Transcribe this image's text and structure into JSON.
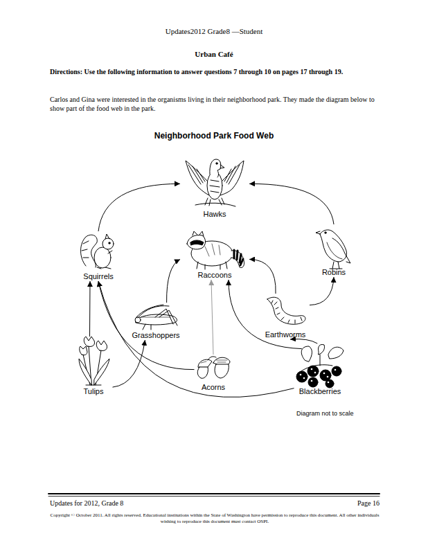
{
  "diagram": {
    "title": "Neighborhood Park Food Web",
    "nodes": [
      {
        "text": [
          "Hawks"
        ]
      },
      {
        "text": [
          "Squirrels"
        ]
      },
      {
        "text": [
          "Raccoons"
        ]
      },
      {
        "text": [
          "Robins"
        ]
      },
      {
        "text": [
          "Grasshoppers"
        ]
      },
      {
        "text": [
          "Earthworms"
        ]
      },
      {
        "text": [
          "Tulips"
        ]
      },
      {
        "text": [
          "Acorns"
        ]
      },
      {
        "text": [
          "Blackberries"
        ]
      }
    ],
    "edges": [
      {
        "from": 1,
        "to": 0,
        "arrow": "to"
      },
      {
        "from": 3,
        "to": 0,
        "arrow": "to"
      },
      {
        "from": 4,
        "to": 2,
        "arrow": "to"
      },
      {
        "from": 7,
        "to": 2,
        "arrow": "to"
      },
      {
        "from": 5,
        "to": 2,
        "arrow": "to"
      },
      {
        "from": 5,
        "to": 3,
        "arrow": "to"
      },
      {
        "from": 6,
        "to": 1,
        "arrow": "to"
      },
      {
        "from": 6,
        "to": 4,
        "arrow": "to"
      },
      {
        "from": 7,
        "to": 1,
        "arrow": "to"
      },
      {
        "from": 8,
        "to": 1,
        "arrow": "to"
      },
      {
        "from": 8,
        "to": 2,
        "arrow": "to"
      },
      {
        "from": 8,
        "to": 5,
        "arrow": "to"
      }
    ],
    "labels": [
      "Updates2012 Grade8 —Student",
      "Urban Café",
      "Directions: Use the following information to answer questions 7 through 10 on pages 17 through 19.",
      "Carlos and Gina were interested in the organisms living in their neighborhood park. They made the diagram below to show part of the food web in the park.",
      "Diagram not to scale",
      "Updates for 2012, Grade 8",
      "Page 16",
      "Copyright © October 2011. All rights reserved. Educational institutions within the State of Washington have permission to reproduce this document. All other individuals wishing to reproduce this document must contact OSPI."
    ]
  }
}
